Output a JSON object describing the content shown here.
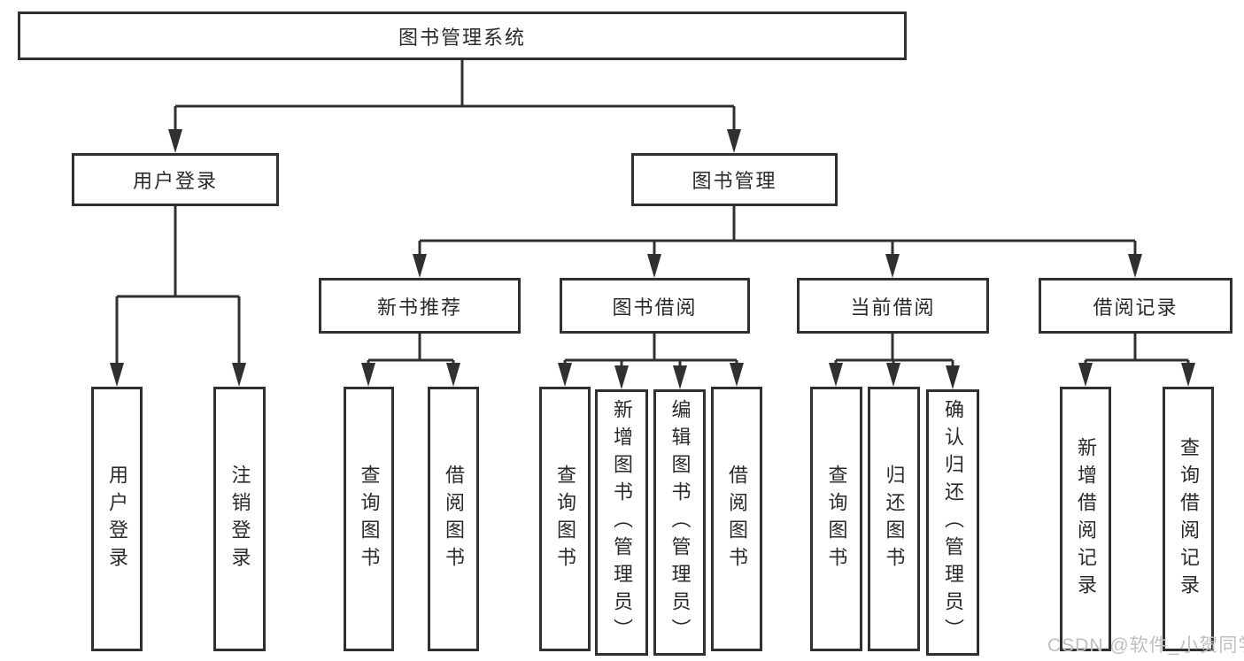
{
  "tree": {
    "label": "图书管理系统",
    "children": [
      {
        "label": "用户登录",
        "children": [
          {
            "label": "用户登录"
          },
          {
            "label": "注销登录"
          }
        ]
      },
      {
        "label": "图书管理",
        "children": [
          {
            "label": "新书推荐",
            "children": [
              {
                "label": "查询图书"
              },
              {
                "label": "借阅图书"
              }
            ]
          },
          {
            "label": "图书借阅",
            "children": [
              {
                "label": "查询图书"
              },
              {
                "label": "新增图书（管理员）"
              },
              {
                "label": "编辑图书（管理员）"
              },
              {
                "label": "借阅图书"
              }
            ]
          },
          {
            "label": "当前借阅",
            "children": [
              {
                "label": "查询图书"
              },
              {
                "label": "归还图书"
              },
              {
                "label": "确认归还（管理员）"
              }
            ]
          },
          {
            "label": "借阅记录",
            "children": [
              {
                "label": "新增借阅记录"
              },
              {
                "label": "查询借阅记录"
              }
            ]
          }
        ]
      }
    ]
  },
  "watermark": {
    "text": "CSDN @软件_小贺同学"
  },
  "colors": {
    "line": "#303030",
    "text": "#2a2a2a",
    "watermark": "#bfbfbf",
    "background": "#ffffff"
  }
}
